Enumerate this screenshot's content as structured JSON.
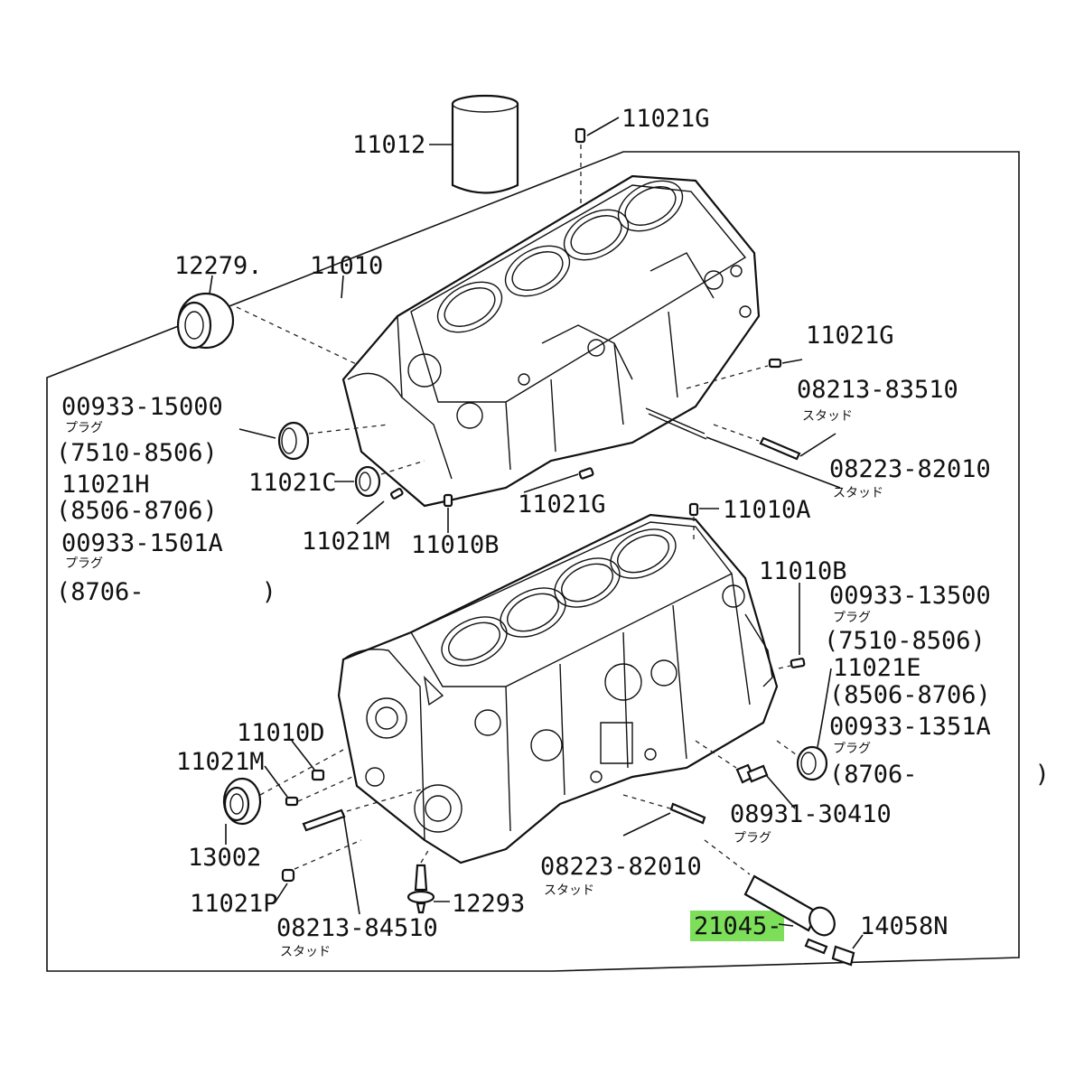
{
  "diagram": {
    "highlight_color": "#7dde5a",
    "line_color": "#111111",
    "parts": [
      {
        "id": "p_11012",
        "code": "11012"
      },
      {
        "id": "p_11021g_top",
        "code": "11021G"
      },
      {
        "id": "p_12279",
        "code": "12279."
      },
      {
        "id": "p_11010",
        "code": "11010"
      },
      {
        "id": "p_11021g_right",
        "code": "11021G"
      },
      {
        "id": "p_08213_83510",
        "code": "08213-83510",
        "note": "スタッド"
      },
      {
        "id": "p_00933_15000",
        "code": "00933-15000",
        "note": "プラグ"
      },
      {
        "id": "p_range1",
        "code": "(7510-8506)"
      },
      {
        "id": "p_11021h",
        "code": "11021H"
      },
      {
        "id": "p_range2",
        "code": "(8506-8706)"
      },
      {
        "id": "p_00933_1501a",
        "code": "00933-1501A",
        "note": "プラグ"
      },
      {
        "id": "p_range3",
        "code": "(8706-        )"
      },
      {
        "id": "p_11021c",
        "code": "11021C"
      },
      {
        "id": "p_08223_82010_a",
        "code": "08223-82010",
        "note": "スタッド"
      },
      {
        "id": "p_11021m_a",
        "code": "11021M"
      },
      {
        "id": "p_11010b_a",
        "code": "11010B"
      },
      {
        "id": "p_11021g_mid",
        "code": "11021G"
      },
      {
        "id": "p_11010a",
        "code": "11010A"
      },
      {
        "id": "p_11010b_b",
        "code": "11010B"
      },
      {
        "id": "p_00933_13500",
        "code": "00933-13500",
        "note": "プラグ"
      },
      {
        "id": "p_range4",
        "code": "(7510-8506)"
      },
      {
        "id": "p_11021e",
        "code": "11021E"
      },
      {
        "id": "p_range5",
        "code": "(8506-8706)"
      },
      {
        "id": "p_00933_1351a",
        "code": "00933-1351A",
        "note": "プラグ"
      },
      {
        "id": "p_range6",
        "code": "(8706-        )"
      },
      {
        "id": "p_11010d",
        "code": "11010D"
      },
      {
        "id": "p_11021m_b",
        "code": "11021M"
      },
      {
        "id": "p_13002",
        "code": "13002"
      },
      {
        "id": "p_08931_30410",
        "code": "08931-30410",
        "note": "プラグ"
      },
      {
        "id": "p_08223_82010_b",
        "code": "08223-82010",
        "note": "スタッド"
      },
      {
        "id": "p_11021p",
        "code": "11021P"
      },
      {
        "id": "p_12293",
        "code": "12293"
      },
      {
        "id": "p_08213_84510",
        "code": "08213-84510",
        "note": "スタッド"
      },
      {
        "id": "p_21045",
        "code": "21045-",
        "highlighted": true
      },
      {
        "id": "p_14058n",
        "code": "14058N"
      }
    ]
  }
}
